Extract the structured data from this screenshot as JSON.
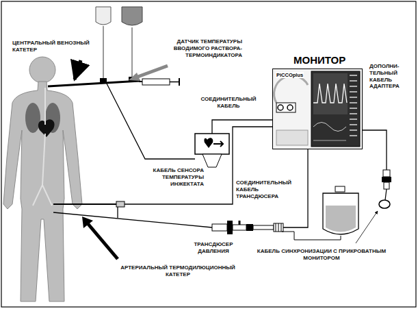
{
  "diagram": {
    "nodes": [
      {
        "text": [
          "МОНИТОР",
          "PiCCOplus"
        ]
      }
    ],
    "labels": [
      "ЦЕНТРАЛЬНЫЙ ВЕНОЗНЫЙ КАТЕТЕР",
      "ДАТЧИК ТЕМПЕРАТУРЫ ВВОДИМОГО РАСТВОРА-ТЕРМОИНДИКАТОРА",
      "ДОПОЛНИ- ТЕЛЬНЫЙ КАБЕЛЬ АДАПТЕРА",
      "СОЕДИНИТЕЛЬНЫЙ КАБЕЛЬ",
      "КАБЕЛЬ СЕНСОРА ТЕМПЕРАТУРЫ ИНЖЕКТАТА",
      "СОЕДИНИТЕЛЬНЫЙ КАБЕЛЬ ТРАНСДЮСЕРА",
      "ТРАНСДЮСЕР ДАВЛЕНИЯ",
      "КАБЕЛЬ СИНХРОНИЗАЦИИ С ПРИКРОВАТНЫМ МОНИТОРОМ",
      "АРТЕРИАЛЬНЫЙ ТЕРМОДИЛЮЦИОННЫЙ КАТЕТЕР"
    ]
  }
}
